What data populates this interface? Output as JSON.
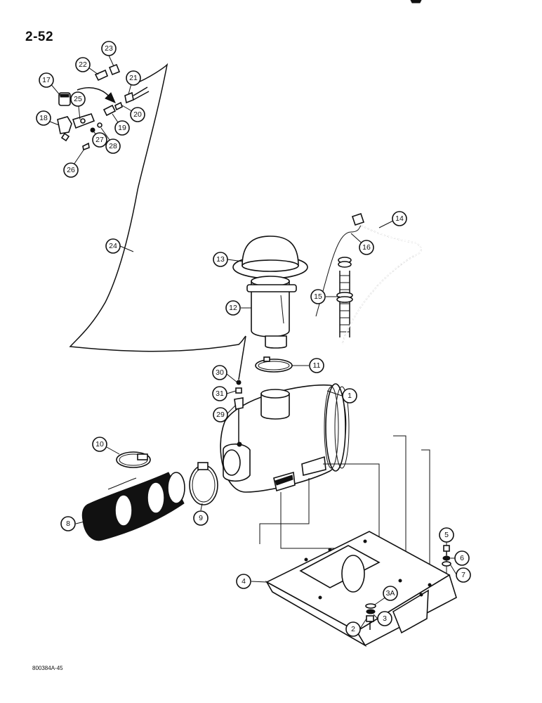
{
  "page": {
    "number": "2-52",
    "figure_code": "800384A-45"
  },
  "callouts": [
    {
      "id": "c23",
      "label": "23"
    },
    {
      "id": "c22",
      "label": "22"
    },
    {
      "id": "c21",
      "label": "21"
    },
    {
      "id": "c17",
      "label": "17"
    },
    {
      "id": "c25",
      "label": "25"
    },
    {
      "id": "c18",
      "label": "18"
    },
    {
      "id": "c20",
      "label": "20"
    },
    {
      "id": "c19",
      "label": "19"
    },
    {
      "id": "c27",
      "label": "27"
    },
    {
      "id": "c28",
      "label": "28"
    },
    {
      "id": "c26",
      "label": "26"
    },
    {
      "id": "c24",
      "label": "24"
    },
    {
      "id": "c14",
      "label": "14"
    },
    {
      "id": "c16",
      "label": "16"
    },
    {
      "id": "c13",
      "label": "13"
    },
    {
      "id": "c15",
      "label": "15"
    },
    {
      "id": "c12",
      "label": "12"
    },
    {
      "id": "c11",
      "label": "11"
    },
    {
      "id": "c30",
      "label": "30"
    },
    {
      "id": "c31",
      "label": "31"
    },
    {
      "id": "c1",
      "label": "1"
    },
    {
      "id": "c29",
      "label": "29"
    },
    {
      "id": "c10",
      "label": "10"
    },
    {
      "id": "c8",
      "label": "8"
    },
    {
      "id": "c9",
      "label": "9"
    },
    {
      "id": "c5",
      "label": "5"
    },
    {
      "id": "c6",
      "label": "6"
    },
    {
      "id": "c7",
      "label": "7"
    },
    {
      "id": "c4",
      "label": "4"
    },
    {
      "id": "c3A",
      "label": "3A"
    },
    {
      "id": "c3",
      "label": "3"
    },
    {
      "id": "c2",
      "label": "2"
    }
  ]
}
